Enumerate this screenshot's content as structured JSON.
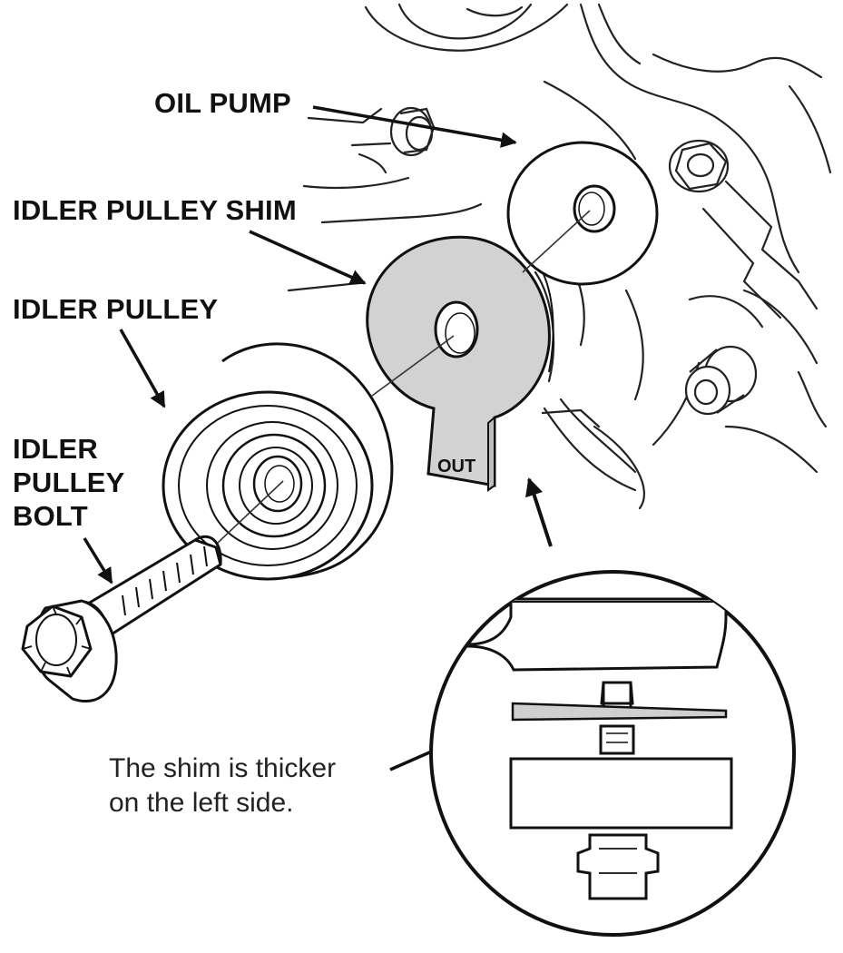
{
  "labels": {
    "oil_pump": "OIL PUMP",
    "idler_pulley_shim": "IDLER PULLEY SHIM",
    "idler_pulley": "IDLER PULLEY",
    "idler_pulley_bolt_line1": "IDLER",
    "idler_pulley_bolt_line2": "PULLEY",
    "idler_pulley_bolt_line3": "BOLT"
  },
  "shim_tab_text": "OUT",
  "note": {
    "line1": "The shim is thicker",
    "line2": "on the left side."
  },
  "colors": {
    "line": "#111111",
    "shim_fill": "#d2d2d2",
    "background": "#ffffff"
  }
}
